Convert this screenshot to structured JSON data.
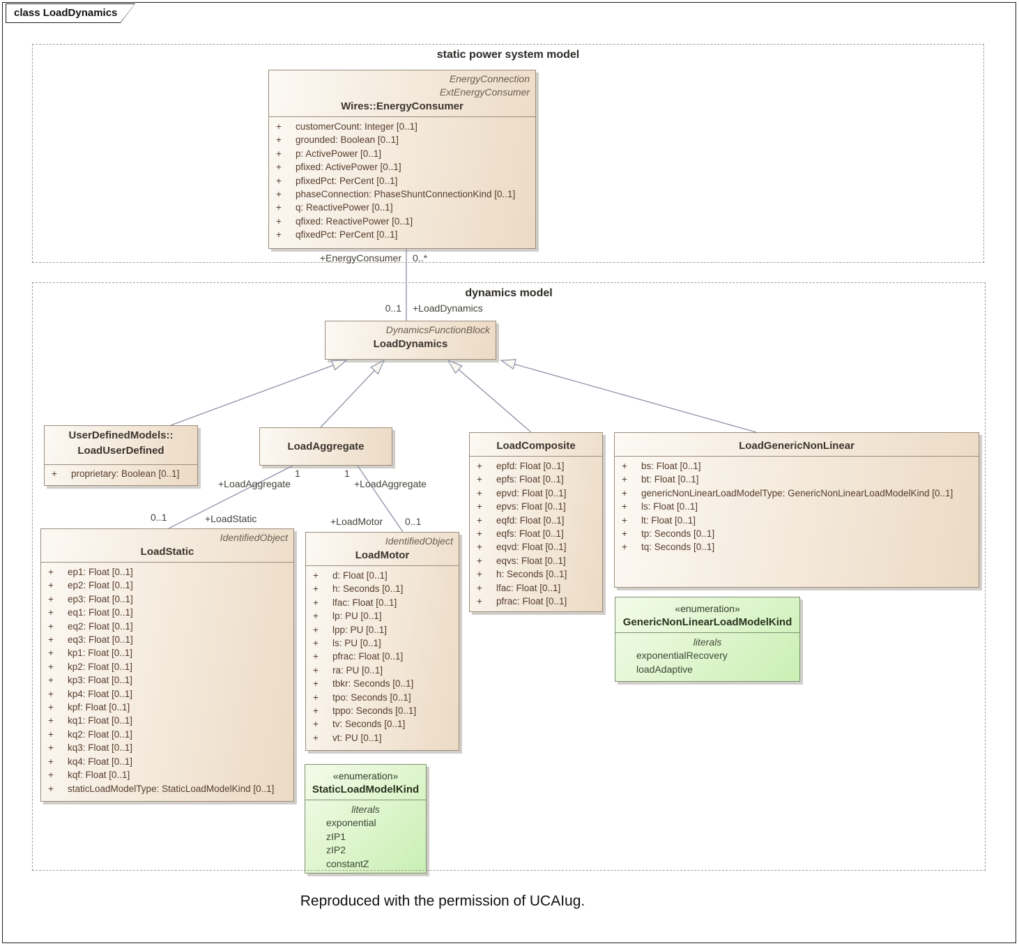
{
  "diagram": {
    "tab_label": "class LoadDynamics",
    "caption": "Reproduced with the permission of UCAIug.",
    "frames": {
      "static_model": {
        "title": "static power system model"
      },
      "dynamics_model": {
        "title": "dynamics model"
      }
    }
  },
  "ui": {
    "plus": "+"
  },
  "colors": {
    "class_fill": "#f3e8d9",
    "class_border": "#9b8b7b",
    "enum_fill": "#d9f4c8",
    "enum_border": "#7e9070",
    "edge_line": "#8a91a6",
    "frame_dash": "#a59c92"
  },
  "classes": {
    "energy_consumer": {
      "stereotype_1": "EnergyConnection",
      "stereotype_2": "ExtEnergyConsumer",
      "name": "Wires::EnergyConsumer",
      "attributes": [
        "customerCount: Integer [0..1]",
        "grounded: Boolean [0..1]",
        "p: ActivePower [0..1]",
        "pfixed: ActivePower [0..1]",
        "pfixedPct: PerCent [0..1]",
        "phaseConnection: PhaseShuntConnectionKind [0..1]",
        "q: ReactivePower [0..1]",
        "qfixed: ReactivePower [0..1]",
        "qfixedPct: PerCent [0..1]"
      ]
    },
    "load_dynamics": {
      "stereotype": "DynamicsFunctionBlock",
      "name": "LoadDynamics"
    },
    "load_user_defined": {
      "name_line_1": "UserDefinedModels::",
      "name_line_2": "LoadUserDefined",
      "attributes": [
        "proprietary: Boolean [0..1]"
      ]
    },
    "load_aggregate": {
      "name": "LoadAggregate"
    },
    "load_composite": {
      "name": "LoadComposite",
      "attributes": [
        "epfd: Float [0..1]",
        "epfs: Float [0..1]",
        "epvd: Float [0..1]",
        "epvs: Float [0..1]",
        "eqfd: Float [0..1]",
        "eqfs: Float [0..1]",
        "eqvd: Float [0..1]",
        "eqvs: Float [0..1]",
        "h: Seconds [0..1]",
        "lfac: Float [0..1]",
        "pfrac: Float [0..1]"
      ]
    },
    "load_generic_non_linear": {
      "name": "LoadGenericNonLinear",
      "attributes": [
        "bs: Float [0..1]",
        "bt: Float [0..1]",
        "genericNonLinearLoadModelType: GenericNonLinearLoadModelKind [0..1]",
        "ls: Float [0..1]",
        "lt: Float [0..1]",
        "tp: Seconds [0..1]",
        "tq: Seconds [0..1]"
      ]
    },
    "load_static": {
      "stereotype": "IdentifiedObject",
      "name": "LoadStatic",
      "attributes": [
        "ep1: Float [0..1]",
        "ep2: Float [0..1]",
        "ep3: Float [0..1]",
        "eq1: Float [0..1]",
        "eq2: Float [0..1]",
        "eq3: Float [0..1]",
        "kp1: Float [0..1]",
        "kp2: Float [0..1]",
        "kp3: Float [0..1]",
        "kp4: Float [0..1]",
        "kpf: Float [0..1]",
        "kq1: Float [0..1]",
        "kq2: Float [0..1]",
        "kq3: Float [0..1]",
        "kq4: Float [0..1]",
        "kqf: Float [0..1]",
        "staticLoadModelType: StaticLoadModelKind [0..1]"
      ]
    },
    "load_motor": {
      "stereotype": "IdentifiedObject",
      "name": "LoadMotor",
      "attributes": [
        "d: Float [0..1]",
        "h: Seconds [0..1]",
        "lfac: Float [0..1]",
        "lp: PU [0..1]",
        "lpp: PU [0..1]",
        "ls: PU [0..1]",
        "pfrac: Float [0..1]",
        "ra: PU [0..1]",
        "tbkr: Seconds [0..1]",
        "tpo: Seconds [0..1]",
        "tppo: Seconds [0..1]",
        "tv: Seconds [0..1]",
        "vt: PU [0..1]"
      ]
    }
  },
  "enums": {
    "static_load_model_kind": {
      "stereotype": "«enumeration»",
      "name": "StaticLoadModelKind",
      "literals_label": "literals",
      "literals": [
        "exponential",
        "zIP1",
        "zIP2",
        "constantZ"
      ]
    },
    "generic_non_linear_load_model_kind": {
      "stereotype": "«enumeration»",
      "name": "GenericNonLinearLoadModelKind",
      "literals_label": "literals",
      "literals": [
        "exponentialRecovery",
        "loadAdaptive"
      ]
    }
  },
  "edge_labels": {
    "energy_consumer_role": "+EnergyConsumer",
    "energy_consumer_mult": "0..*",
    "load_dynamics_mult": "0..1",
    "load_dynamics_role": "+LoadDynamics",
    "agg_static_source_mult": "1",
    "agg_static_source_role": "+LoadAggregate",
    "load_static_mult": "0..1",
    "load_static_role": "+LoadStatic",
    "agg_motor_source_mult": "1",
    "agg_motor_source_role": "+LoadAggregate",
    "load_motor_role": "+LoadMotor",
    "load_motor_mult": "0..1"
  }
}
